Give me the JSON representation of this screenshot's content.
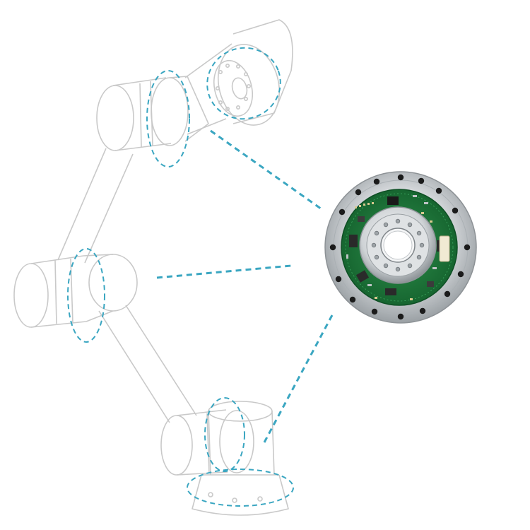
{
  "figure": {
    "subject": "robot-arm-joint-module-diagram",
    "colors": {
      "background": "#ffffff",
      "outline": "#c9c9c9",
      "callout": "#3aa6c1",
      "metal_light": "#eef0f1",
      "metal_mid": "#c9cdd0",
      "metal_dark": "#8d9296",
      "pcb_green": "#1f7a3c",
      "pcb_dark": "#0e4f24",
      "chip": "#2a2a2a",
      "connector": "#f1ead3"
    },
    "callouts": [
      "wrist-joint",
      "elbow-joint",
      "base-joint"
    ]
  }
}
